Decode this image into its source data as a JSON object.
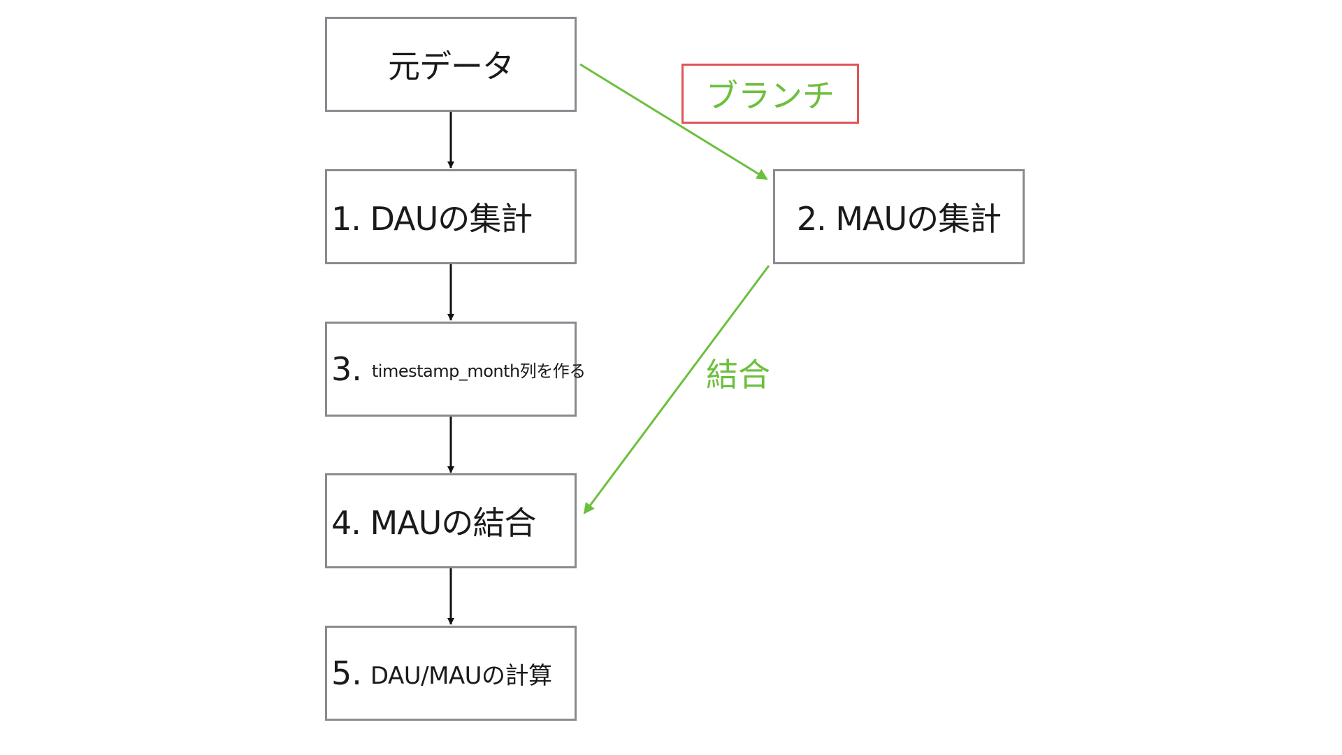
{
  "nodes": {
    "source": {
      "label": "元データ"
    },
    "dau": {
      "label": "1. DAUの集計"
    },
    "mau": {
      "label": "2. MAUの集計"
    },
    "timestamp": {
      "num": "3.",
      "label": "timestamp_month列を作る"
    },
    "join": {
      "label": "4. MAUの結合"
    },
    "calc": {
      "num": "5.",
      "label": "DAU/MAUの計算"
    }
  },
  "edge_labels": {
    "branch": "ブランチ",
    "join": "結合"
  },
  "colors": {
    "node_border": "#8a8a90",
    "arrow_black": "#111111",
    "arrow_green": "#6cbf3c",
    "branch_border": "#e05555"
  }
}
